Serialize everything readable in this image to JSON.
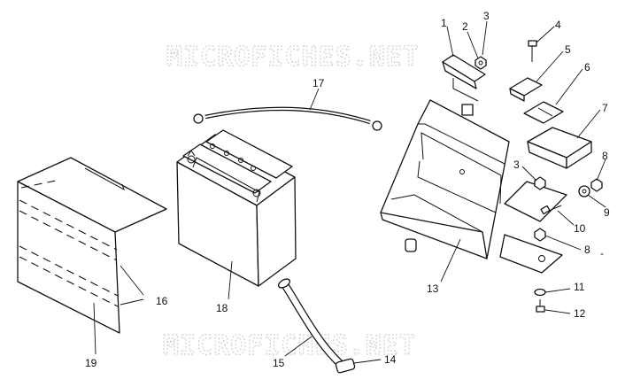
{
  "watermark": {
    "top": "MICROFICHES.NET",
    "bottom": "MICROFICHES.NET"
  },
  "callouts": {
    "c1": "1",
    "c2": "2",
    "c3a": "3",
    "c3b": "3",
    "c4": "4",
    "c5": "5",
    "c6": "6",
    "c7": "7",
    "c8a": "8",
    "c8b": "8",
    "c8b_dash": "-",
    "c9": "9",
    "c10": "10",
    "c11": "11",
    "c12": "12",
    "c13": "13",
    "c14": "14",
    "c15": "15",
    "c16": "16",
    "c17": "17",
    "c18": "18",
    "c19": "19"
  }
}
